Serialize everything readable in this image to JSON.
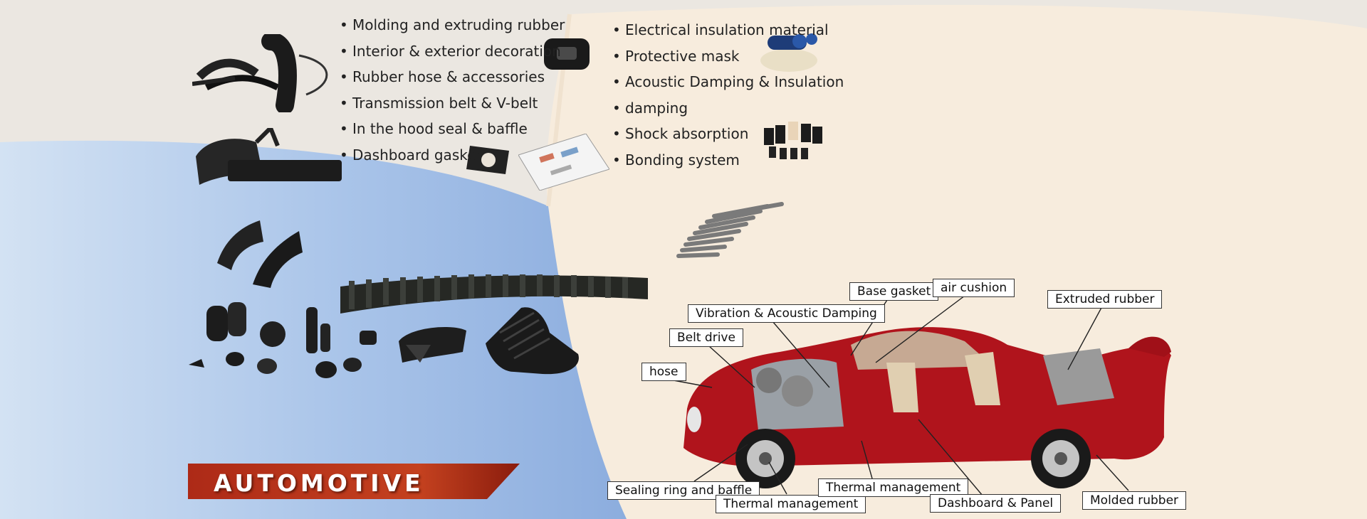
{
  "left_list": [
    "Molding and extruding rubber",
    "Interior & exterior decoration",
    "Rubber hose & accessories",
    "Transmission belt & V-belt",
    "In the hood seal & baffle",
    "Dashboard gasket"
  ],
  "right_list": [
    "Electrical insulation material",
    "Protective mask",
    "Acoustic Damping & Insulation",
    "damping",
    "Shock absorption",
    "Bonding system"
  ],
  "banner": "AUTOMOTIVE",
  "car_labels": {
    "base_gasket": "Base gasket",
    "air_cushion": "air cushion",
    "extruded_rubber": "Extruded rubber",
    "vibration": "Vibration & Acoustic Damping",
    "belt_drive": "Belt drive",
    "hose": "hose",
    "sealing_ring": "Sealing ring and baffle",
    "thermal_1": "Thermal management",
    "thermal_2": "Thermal management",
    "dashboard_panel": "Dashboard & Panel",
    "molded_rubber": "Molded rubber"
  },
  "colors": {
    "blue": "#9fbde6",
    "cream": "#f7ecdd",
    "grey": "#ebe7e1",
    "car_red": "#b0141c",
    "banner_red": "#b8301a"
  }
}
